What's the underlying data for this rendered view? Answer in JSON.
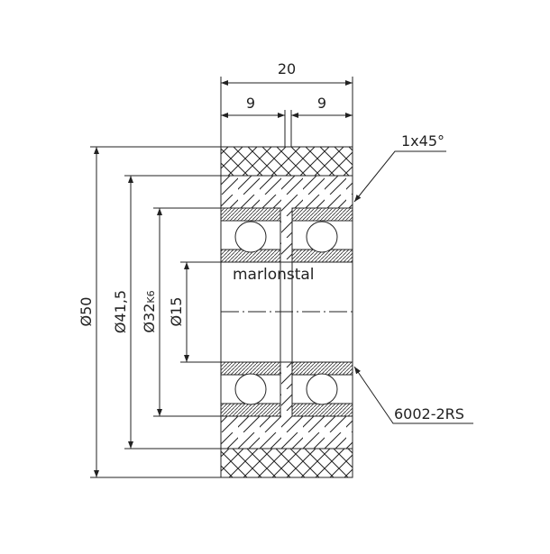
{
  "dimensions": {
    "total_width": "20",
    "left_width": "9",
    "right_width": "9",
    "d_outer": "Ø50",
    "d_tread": "Ø41,5",
    "d_bore_main": "Ø32",
    "d_bore_tol": "K6",
    "d_shaft": "Ø15",
    "chamfer": "1x45°",
    "bearing": "6002-2RS"
  },
  "watermark": "marlonstal"
}
